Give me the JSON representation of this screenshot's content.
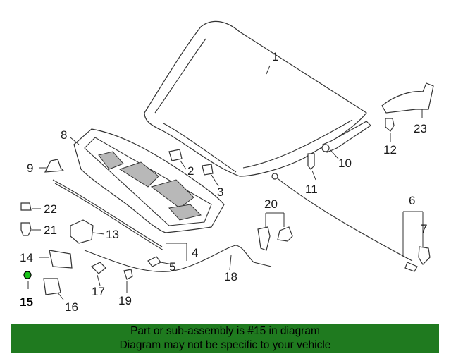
{
  "callouts": [
    {
      "num": "1"
    },
    {
      "num": "2"
    },
    {
      "num": "3"
    },
    {
      "num": "4"
    },
    {
      "num": "5"
    },
    {
      "num": "6"
    },
    {
      "num": "7"
    },
    {
      "num": "8"
    },
    {
      "num": "9"
    },
    {
      "num": "10"
    },
    {
      "num": "11"
    },
    {
      "num": "12"
    },
    {
      "num": "13"
    },
    {
      "num": "14"
    },
    {
      "num": "15"
    },
    {
      "num": "16"
    },
    {
      "num": "17"
    },
    {
      "num": "18"
    },
    {
      "num": "19"
    },
    {
      "num": "20"
    },
    {
      "num": "21"
    },
    {
      "num": "22"
    },
    {
      "num": "23"
    }
  ],
  "highlight": {
    "part": "15",
    "color": "#19c419"
  },
  "banner": {
    "line1": "Part or sub-assembly is #15 in diagram",
    "line2": "Diagram may not be specific to your vehicle",
    "color": "#1f7a1f"
  }
}
